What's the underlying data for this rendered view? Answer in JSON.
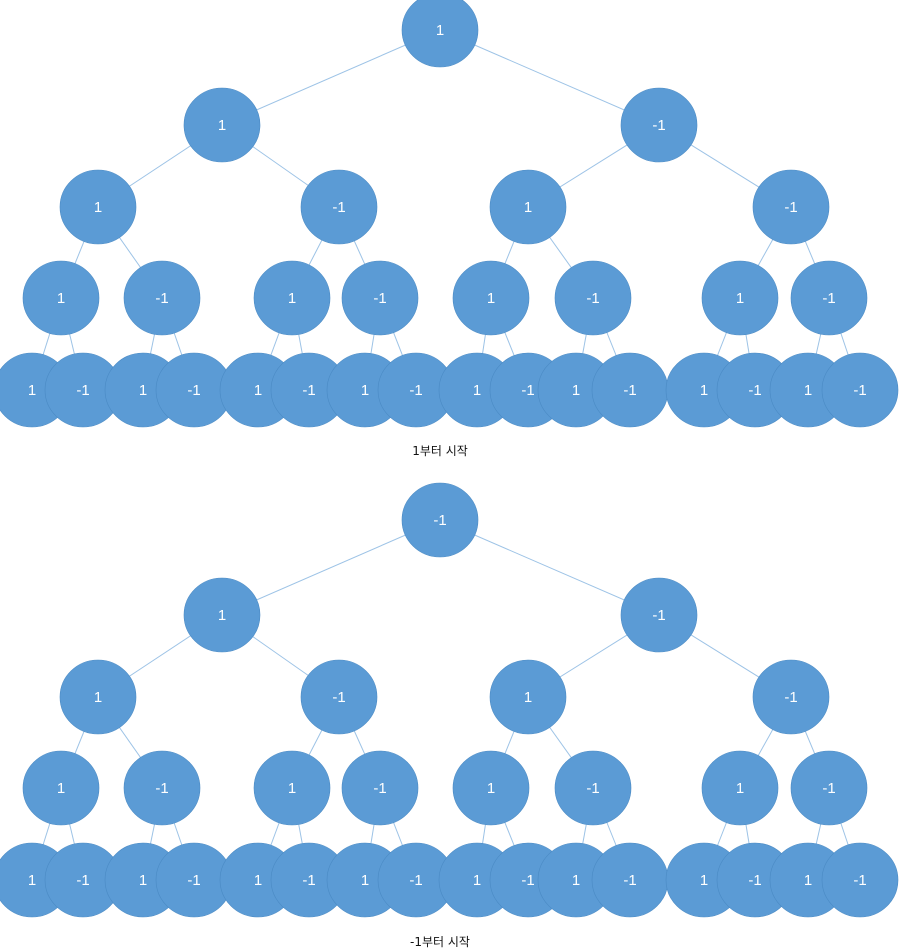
{
  "colors": {
    "node_fill": "#5b9bd5",
    "edge": "#9dc3e6",
    "label": "#ffffff"
  },
  "trees": [
    {
      "caption": "1부터 시작",
      "levels": [
        [
          "1"
        ],
        [
          "1",
          "-1"
        ],
        [
          "1",
          "-1",
          "1",
          "-1"
        ],
        [
          "1",
          "-1",
          "1",
          "-1",
          "1",
          "-1",
          "1",
          "-1"
        ],
        [
          "1",
          "-1",
          "1",
          "-1",
          "1",
          "-1",
          "1",
          "-1",
          "1",
          "-1",
          "1",
          "-1",
          "1",
          "-1",
          "1",
          "-1"
        ]
      ]
    },
    {
      "caption": "-1부터 시작",
      "levels": [
        [
          "-1"
        ],
        [
          "1",
          "-1"
        ],
        [
          "1",
          "-1",
          "1",
          "-1"
        ],
        [
          "1",
          "-1",
          "1",
          "-1",
          "1",
          "-1",
          "1",
          "-1"
        ],
        [
          "1",
          "-1",
          "1",
          "-1",
          "1",
          "-1",
          "1",
          "-1",
          "1",
          "-1",
          "1",
          "-1",
          "1",
          "-1",
          "1",
          "-1"
        ]
      ]
    }
  ]
}
